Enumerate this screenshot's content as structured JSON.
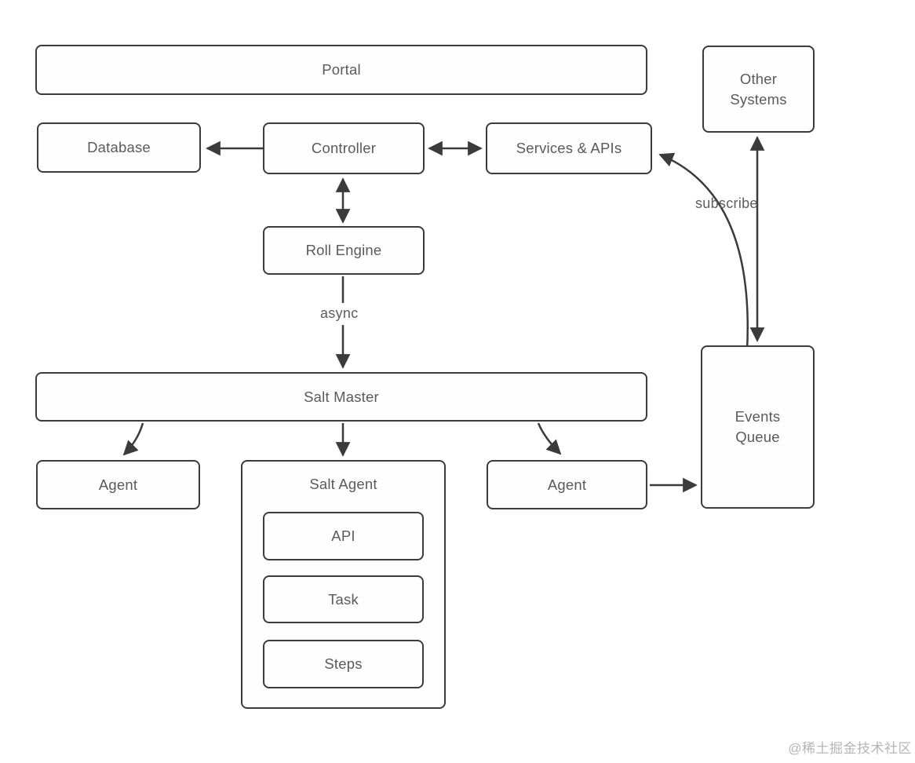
{
  "diagram": {
    "nodes": {
      "portal": "Portal",
      "database": "Database",
      "controller": "Controller",
      "services": "Services & APIs",
      "other_systems": "Other Systems",
      "roll_engine": "Roll Engine",
      "salt_master": "Salt Master",
      "agent_left": "Agent",
      "salt_agent": "Salt Agent",
      "salt_agent_api": "API",
      "salt_agent_task": "Task",
      "salt_agent_steps": "Steps",
      "agent_right": "Agent",
      "events_queue": "Events Queue"
    },
    "edge_labels": {
      "async": "async",
      "subscribe": "subscribe"
    },
    "edges": [
      {
        "from": "controller",
        "to": "database",
        "direction": "one-way"
      },
      {
        "from": "controller",
        "to": "services",
        "direction": "two-way"
      },
      {
        "from": "controller",
        "to": "roll_engine",
        "direction": "two-way"
      },
      {
        "from": "roll_engine",
        "to": "salt_master",
        "direction": "one-way",
        "label": "async"
      },
      {
        "from": "salt_master",
        "to": "agent_left",
        "direction": "one-way"
      },
      {
        "from": "salt_master",
        "to": "salt_agent",
        "direction": "one-way"
      },
      {
        "from": "salt_master",
        "to": "agent_right",
        "direction": "one-way"
      },
      {
        "from": "agent_right",
        "to": "events_queue",
        "direction": "one-way"
      },
      {
        "from": "other_systems",
        "to": "events_queue",
        "direction": "two-way"
      },
      {
        "from": "events_queue",
        "to": "services",
        "direction": "one-way",
        "label": "subscribe"
      }
    ],
    "colors": {
      "line": "#3b3b3b",
      "node_text": "#5a5a5a",
      "background": "#ffffff",
      "watermark": "#b5b5b5"
    }
  },
  "watermark": "@稀土掘金技术社区"
}
